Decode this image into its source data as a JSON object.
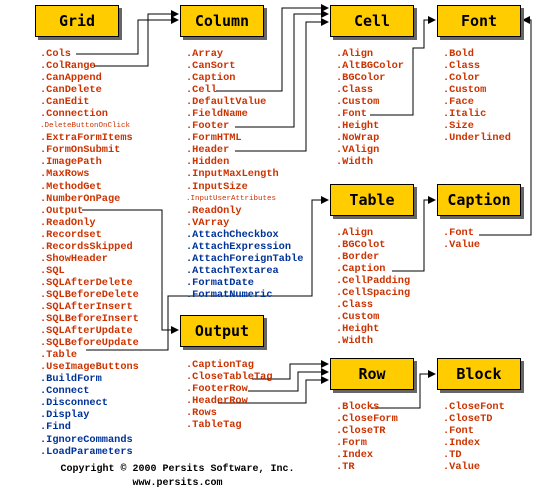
{
  "classes": {
    "grid": {
      "title": "Grid",
      "items": [
        {
          "label": ".Cols",
          "color": "red"
        },
        {
          "label": ".ColRange",
          "color": "red"
        },
        {
          "label": ".CanAppend",
          "color": "red"
        },
        {
          "label": ".CanDelete",
          "color": "red"
        },
        {
          "label": ".CanEdit",
          "color": "red"
        },
        {
          "label": ".Connection",
          "color": "red"
        },
        {
          "label": ".DeleteButtonOnClick",
          "color": "red",
          "small": true
        },
        {
          "label": ".ExtraFormItems",
          "color": "red"
        },
        {
          "label": ".FormOnSubmit",
          "color": "red"
        },
        {
          "label": ".ImagePath",
          "color": "red"
        },
        {
          "label": ".MaxRows",
          "color": "red"
        },
        {
          "label": ".MethodGet",
          "color": "red"
        },
        {
          "label": ".NumberOnPage",
          "color": "red"
        },
        {
          "label": ".Output",
          "color": "red"
        },
        {
          "label": ".ReadOnly",
          "color": "red"
        },
        {
          "label": ".Recordset",
          "color": "red"
        },
        {
          "label": ".RecordsSkipped",
          "color": "red"
        },
        {
          "label": ".ShowHeader",
          "color": "red"
        },
        {
          "label": ".SQL",
          "color": "red"
        },
        {
          "label": ".SQLAfterDelete",
          "color": "red"
        },
        {
          "label": ".SQLBeforeDelete",
          "color": "red"
        },
        {
          "label": ".SQLAfterInsert",
          "color": "red"
        },
        {
          "label": ".SQLBeforeInsert",
          "color": "red"
        },
        {
          "label": ".SQLAfterUpdate",
          "color": "red"
        },
        {
          "label": ".SQLBeforeUpdate",
          "color": "red"
        },
        {
          "label": ".Table",
          "color": "red"
        },
        {
          "label": ".UseImageButtons",
          "color": "red"
        },
        {
          "label": ".BuildForm",
          "color": "blue"
        },
        {
          "label": ".Connect",
          "color": "blue"
        },
        {
          "label": ".Disconnect",
          "color": "blue"
        },
        {
          "label": ".Display",
          "color": "blue"
        },
        {
          "label": ".Find",
          "color": "blue"
        },
        {
          "label": ".IgnoreCommands",
          "color": "blue"
        },
        {
          "label": ".LoadParameters",
          "color": "blue"
        }
      ]
    },
    "column": {
      "title": "Column",
      "items": [
        {
          "label": ".Array",
          "color": "red"
        },
        {
          "label": ".CanSort",
          "color": "red"
        },
        {
          "label": ".Caption",
          "color": "red"
        },
        {
          "label": ".Cell",
          "color": "red"
        },
        {
          "label": ".DefaultValue",
          "color": "red"
        },
        {
          "label": ".FieldName",
          "color": "red"
        },
        {
          "label": ".Footer",
          "color": "red"
        },
        {
          "label": ".FormHTML",
          "color": "red"
        },
        {
          "label": ".Header",
          "color": "red"
        },
        {
          "label": ".Hidden",
          "color": "red"
        },
        {
          "label": ".InputMaxLength",
          "color": "red"
        },
        {
          "label": ".InputSize",
          "color": "red"
        },
        {
          "label": ".InputUserAttributes",
          "color": "red",
          "small": true
        },
        {
          "label": ".ReadOnly",
          "color": "red"
        },
        {
          "label": ".VArray",
          "color": "red"
        },
        {
          "label": ".AttachCheckbox",
          "color": "blue"
        },
        {
          "label": ".AttachExpression",
          "color": "blue"
        },
        {
          "label": ".AttachForeignTable",
          "color": "blue"
        },
        {
          "label": ".AttachTextarea",
          "color": "blue"
        },
        {
          "label": ".FormatDate",
          "color": "blue"
        },
        {
          "label": ".FormatNumeric",
          "color": "blue"
        }
      ]
    },
    "cell": {
      "title": "Cell",
      "items": [
        {
          "label": ".Align",
          "color": "red"
        },
        {
          "label": ".AltBGColor",
          "color": "red"
        },
        {
          "label": ".BGColor",
          "color": "red"
        },
        {
          "label": ".Class",
          "color": "red"
        },
        {
          "label": ".Custom",
          "color": "red"
        },
        {
          "label": ".Font",
          "color": "red"
        },
        {
          "label": ".Height",
          "color": "red"
        },
        {
          "label": ".NoWrap",
          "color": "red"
        },
        {
          "label": ".VAlign",
          "color": "red"
        },
        {
          "label": ".Width",
          "color": "red"
        }
      ]
    },
    "font": {
      "title": "Font",
      "items": [
        {
          "label": ".Bold",
          "color": "red"
        },
        {
          "label": ".Class",
          "color": "red"
        },
        {
          "label": ".Color",
          "color": "red"
        },
        {
          "label": ".Custom",
          "color": "red"
        },
        {
          "label": ".Face",
          "color": "red"
        },
        {
          "label": ".Italic",
          "color": "red"
        },
        {
          "label": ".Size",
          "color": "red"
        },
        {
          "label": ".Underlined",
          "color": "red"
        }
      ]
    },
    "table": {
      "title": "Table",
      "items": [
        {
          "label": ".Align",
          "color": "red"
        },
        {
          "label": ".BGColot",
          "color": "red"
        },
        {
          "label": ".Border",
          "color": "red"
        },
        {
          "label": ".Caption",
          "color": "red"
        },
        {
          "label": ".CellPadding",
          "color": "red"
        },
        {
          "label": ".CellSpacing",
          "color": "red"
        },
        {
          "label": ".Class",
          "color": "red"
        },
        {
          "label": ".Custom",
          "color": "red"
        },
        {
          "label": ".Height",
          "color": "red"
        },
        {
          "label": ".Width",
          "color": "red"
        }
      ]
    },
    "caption": {
      "title": "Caption",
      "items": [
        {
          "label": ".Font",
          "color": "red"
        },
        {
          "label": ".Value",
          "color": "red"
        }
      ]
    },
    "output": {
      "title": "Output",
      "items": [
        {
          "label": ".CaptionTag",
          "color": "red"
        },
        {
          "label": ".CloseTableTag",
          "color": "red"
        },
        {
          "label": ".FooterRow",
          "color": "red"
        },
        {
          "label": ".HeaderRow",
          "color": "red"
        },
        {
          "label": ".Rows",
          "color": "red"
        },
        {
          "label": ".TableTag",
          "color": "red"
        }
      ]
    },
    "row": {
      "title": "Row",
      "items": [
        {
          "label": ".Blocks",
          "color": "red"
        },
        {
          "label": ".CloseForm",
          "color": "red"
        },
        {
          "label": ".CloseTR",
          "color": "red"
        },
        {
          "label": ".Form",
          "color": "red"
        },
        {
          "label": ".Index",
          "color": "red"
        },
        {
          "label": ".TR",
          "color": "red"
        }
      ]
    },
    "block": {
      "title": "Block",
      "items": [
        {
          "label": ".CloseFont",
          "color": "red"
        },
        {
          "label": ".CloseTD",
          "color": "red"
        },
        {
          "label": ".Font",
          "color": "red"
        },
        {
          "label": ".Index",
          "color": "red"
        },
        {
          "label": ".TD",
          "color": "red"
        },
        {
          "label": ".Value",
          "color": "red"
        }
      ]
    }
  },
  "colors": {
    "box": "#ffcc00",
    "property": "#cc3300",
    "method": "#003399"
  },
  "footer": {
    "copyright": "Copyright © 2000 Persits Software, Inc.",
    "url": "www.persits.com"
  }
}
